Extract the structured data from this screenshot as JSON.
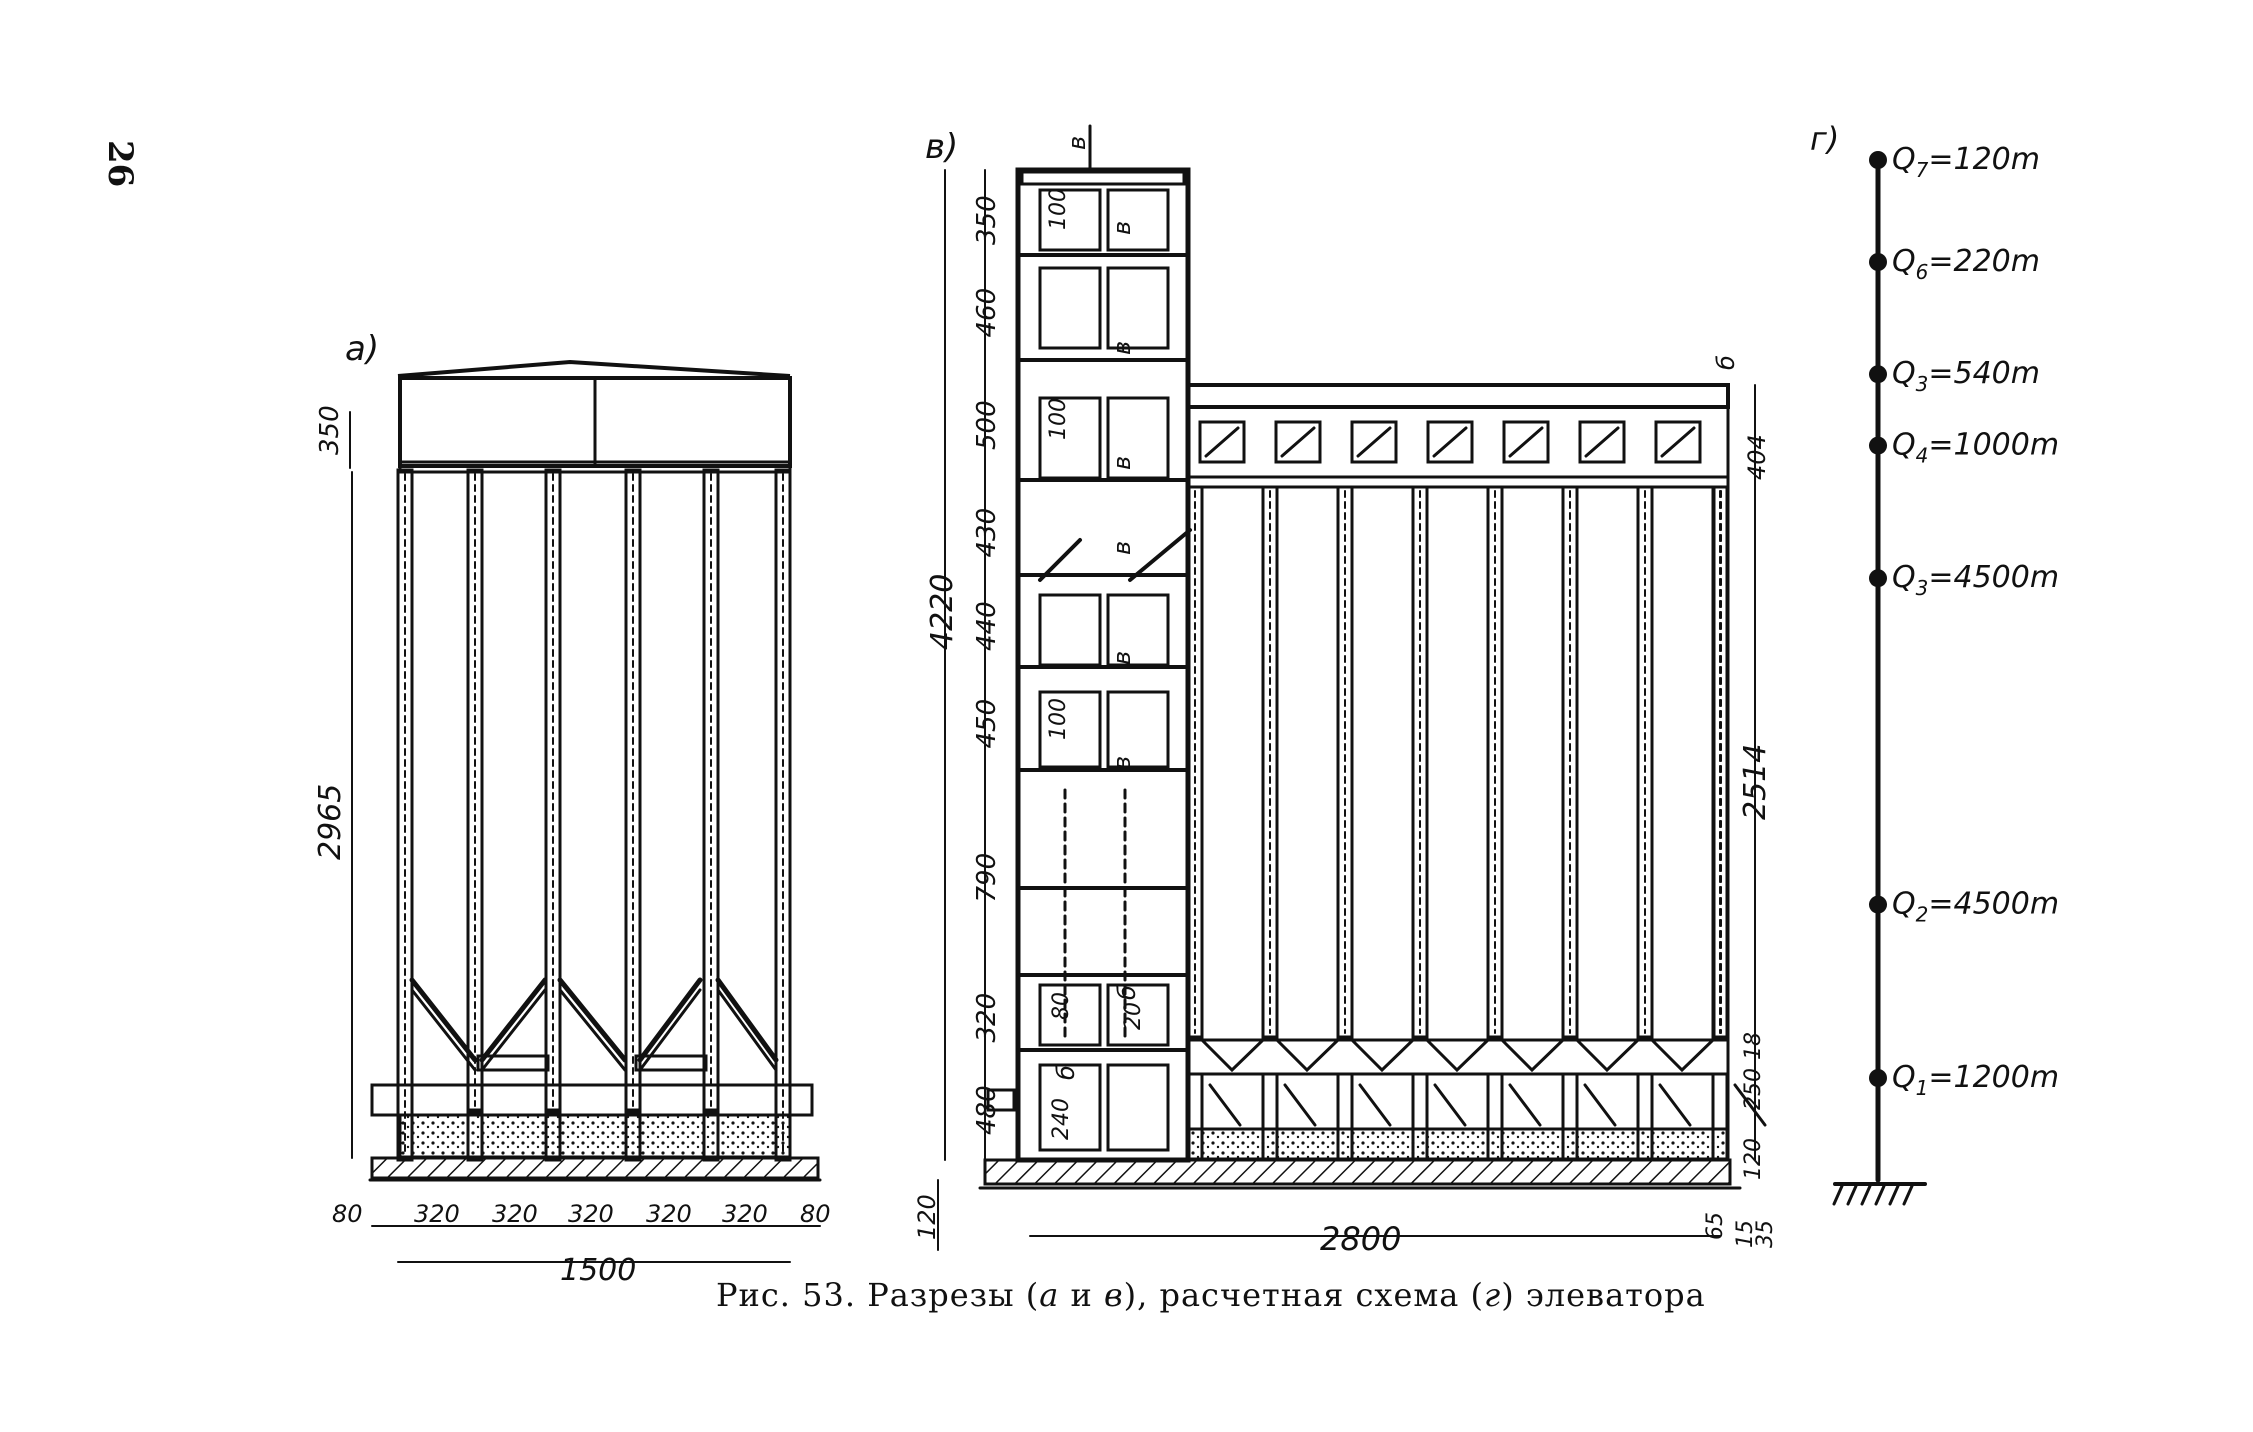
{
  "page_number": "26",
  "caption": {
    "prefix": "Рис. 53.",
    "text": "Разрезы (",
    "a": "а",
    "and": " и ",
    "v": "в",
    "mid": "), расчетная схема (",
    "g": "г",
    "end": ") элеватора"
  },
  "section_a": {
    "label": "а)",
    "dims_vertical": [
      "350",
      "2965"
    ],
    "dims_bottom": [
      "80",
      "320",
      "320",
      "320",
      "320",
      "320",
      "80"
    ],
    "total_width": "1500"
  },
  "section_v": {
    "label": "в)",
    "tower_dims": [
      "350",
      "460",
      "500",
      "430",
      "440",
      "450",
      "790",
      "320",
      "480"
    ],
    "tower_total": "4220",
    "tower_inner_labels": [
      "100",
      "100",
      "100",
      "80",
      "20",
      "240"
    ],
    "marks": [
      "в",
      "в",
      "в",
      "в",
      "в",
      "в",
      "в",
      "б",
      "б",
      "б"
    ],
    "right_dims": [
      "404",
      "2514",
      "18",
      "250",
      "120"
    ],
    "bottom_left": "120",
    "bottom_right": [
      "65",
      "15",
      "35"
    ],
    "total_width": "2800"
  },
  "scheme_g": {
    "label": "г)",
    "masses": [
      {
        "name": "Q7",
        "sub": "7",
        "value": "=120m",
        "level": 1.0
      },
      {
        "name": "Q6",
        "sub": "6",
        "value": "=220m",
        "level": 0.9
      },
      {
        "name": "Q3",
        "sub": "3",
        "value": "=540m",
        "level": 0.79
      },
      {
        "name": "Q4",
        "sub": "4",
        "value": "=1000m",
        "level": 0.72
      },
      {
        "name": "Q3",
        "sub": "3",
        "value": "=4500m",
        "level": 0.59
      },
      {
        "name": "Q2",
        "sub": "2",
        "value": "=4500m",
        "level": 0.27
      },
      {
        "name": "Q1",
        "sub": "1",
        "value": "=1200m",
        "level": 0.1
      }
    ]
  }
}
